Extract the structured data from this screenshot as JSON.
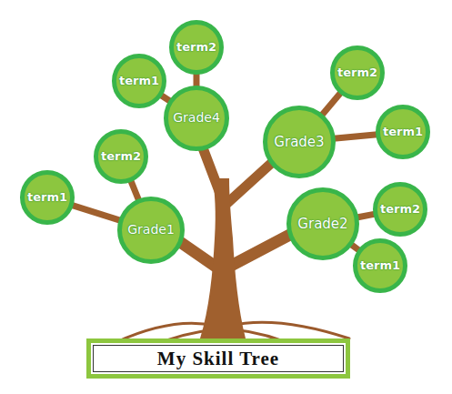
{
  "diagram": {
    "title": "My Skill Tree",
    "nodes": [
      {
        "text": [
          "term2"
        ]
      },
      {
        "text": [
          "term2"
        ]
      },
      {
        "text": [
          "term1"
        ]
      },
      {
        "text": [
          "Grade4"
        ]
      },
      {
        "text": [
          "term1"
        ]
      },
      {
        "text": [
          "Grade3"
        ]
      },
      {
        "text": [
          "term2"
        ]
      },
      {
        "text": [
          "term1"
        ]
      },
      {
        "text": [
          "term2"
        ]
      },
      {
        "text": [
          "Grade2"
        ]
      },
      {
        "text": [
          "Grade1"
        ]
      },
      {
        "text": [
          "term1"
        ]
      }
    ],
    "edges": [
      {
        "from": 3,
        "to": 2,
        "arrow": "none"
      },
      {
        "from": 3,
        "to": 0,
        "arrow": "none"
      },
      {
        "from": 5,
        "to": 1,
        "arrow": "none"
      },
      {
        "from": 5,
        "to": 4,
        "arrow": "none"
      },
      {
        "from": 10,
        "to": 7,
        "arrow": "none"
      },
      {
        "from": 10,
        "to": 6,
        "arrow": "none"
      },
      {
        "from": 9,
        "to": 8,
        "arrow": "none"
      },
      {
        "from": 9,
        "to": 11,
        "arrow": "none"
      }
    ]
  }
}
